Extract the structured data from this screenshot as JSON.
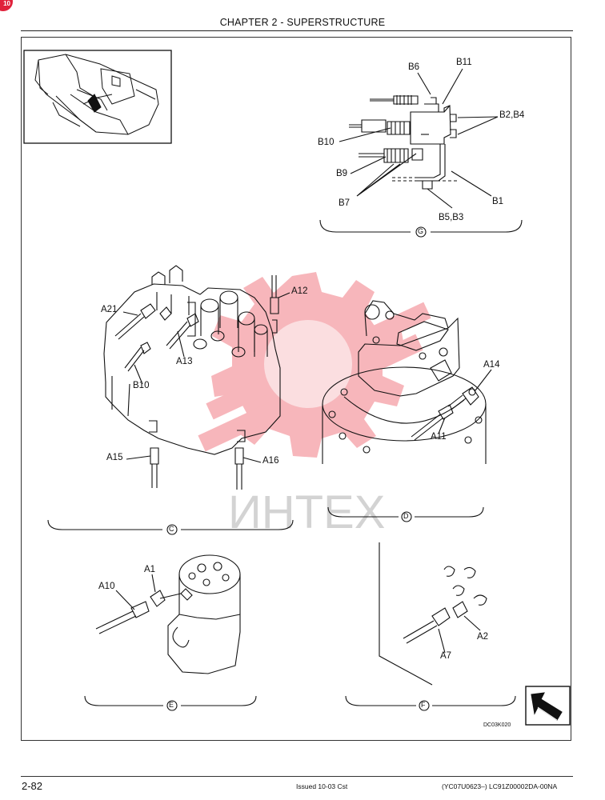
{
  "header": {
    "chapter_title": "CHAPTER 2 - SUPERSTRUCTURE"
  },
  "corner_badge": "10",
  "watermark": {
    "text": "ИНТЕХ",
    "color": "#e8202e"
  },
  "views": {
    "G": {
      "letter": "G",
      "labels": [
        "B6",
        "B11",
        "B2,B4",
        "B10",
        "B9",
        "B7",
        "B1",
        "B5,B3"
      ]
    },
    "C": {
      "letter": "C",
      "labels": [
        "A12",
        "A21",
        "A13",
        "B10",
        "A15",
        "A16"
      ]
    },
    "D": {
      "letter": "D",
      "labels": [
        "A14",
        "A11"
      ]
    },
    "E": {
      "letter": "E",
      "labels": [
        "A1",
        "A10"
      ]
    },
    "F": {
      "letter": "F",
      "labels": [
        "A2",
        "A7"
      ]
    }
  },
  "figure_code": "DC03K020",
  "footer": {
    "page_number": "2-82",
    "issued": "Issued 10-03   Cst",
    "doc_ref": "(YC07U0623–)   LC91Z00002DA-00NA"
  }
}
